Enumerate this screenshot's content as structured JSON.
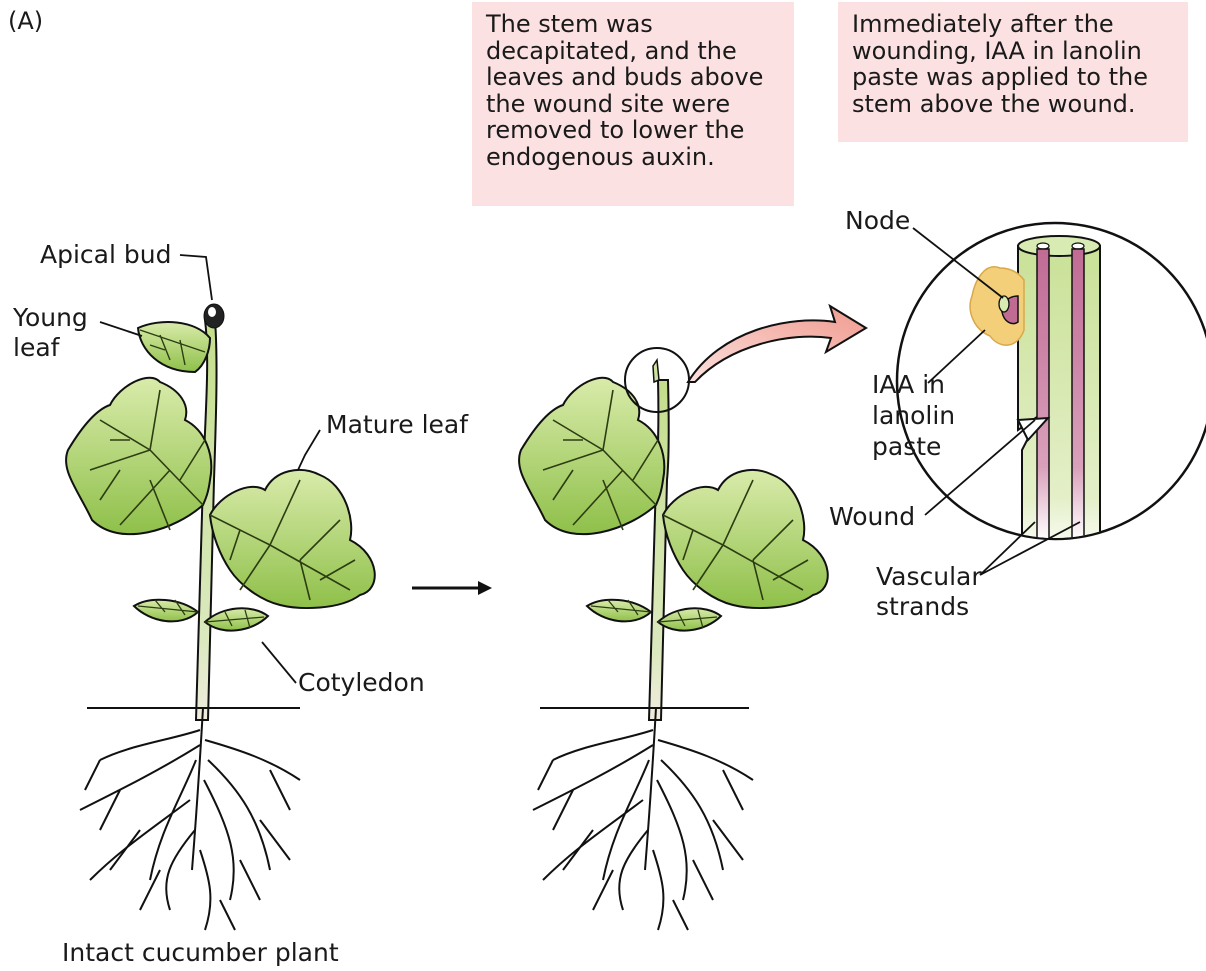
{
  "panel_label": "(A)",
  "callouts": {
    "decapitation": "The stem was\ndecapitated, and the\nleaves and buds above\nthe wound site were\nremoved to lower the\nendogenous auxin.",
    "iaa_application": "Immediately after the\nwounding, IAA in lanolin\npaste was applied to the\nstem above the wound."
  },
  "labels": {
    "apical_bud": "Apical bud",
    "young_leaf_1": "Young",
    "young_leaf_2": "leaf",
    "mature_leaf": "Mature leaf",
    "cotyledon": "Cotyledon",
    "caption": "Intact cucumber plant",
    "node": "Node",
    "iaa_1": "IAA in",
    "iaa_2": "lanolin",
    "iaa_3": "paste",
    "wound": "Wound",
    "vascular_1": "Vascular",
    "vascular_2": "strands"
  },
  "colors": {
    "leaf_fill": "#a9cf5e",
    "leaf_light": "#d9ebaa",
    "stem_fill": "#cfe3a0",
    "root_fill": "#ffffff",
    "vascular_strand": "#c97aa0",
    "lanolin_paste": "#f3cf7a",
    "callout_bg": "#fbe1e1",
    "arrow_fill": "#f2aaa0"
  }
}
